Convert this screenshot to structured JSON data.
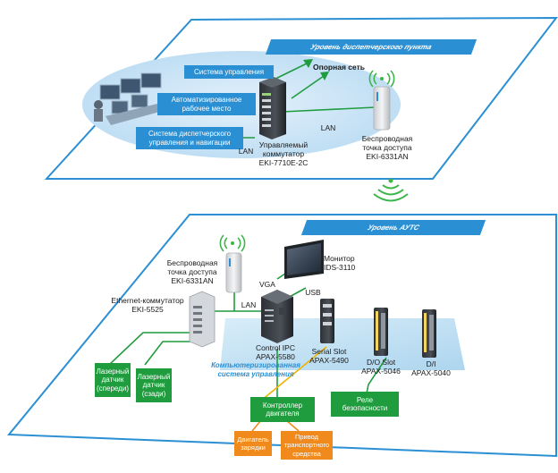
{
  "top_level": {
    "banner": "Уровень диспетчерского пункта",
    "backbone": "Опорная сеть",
    "boxes": {
      "control_system": "Система управления",
      "workstation": "Автоматизированное\nрабочее место",
      "dispatch_nav": "Система диспетчерского\nуправления и навигации"
    },
    "lan_left": "LAN",
    "lan_right": "LAN",
    "switch_label": "Управляемый\nкоммутатор\nEKI-7710E-2C",
    "ap_label": "Беспроводная\nточка доступа\nEKI-6331AN"
  },
  "bottom_level": {
    "banner": "Уровень АУТС",
    "ap_label": "Беспроводная\nточка доступа\nEKI-6331AN",
    "switch_label": "Ethernet-коммутатор\nEKI-5525",
    "lan": "LAN",
    "vga": "VGA",
    "usb": "USB",
    "monitor_label": "Монитор\nIDS-3110",
    "control_ipc": "Control IPC\nAPAX-5580",
    "serial_slot": "Serial Slot\nAPAX-5490",
    "do_slot": "D/O Slot\nAPAX-5046",
    "di": "D/I\nAPAX-5040",
    "system_name": "Компьютеризированная\nсистема управления",
    "laser_front": "Лазерный\nдатчик\n(спереди)",
    "laser_rear": "Лазерный\nдатчик\n(сзади)",
    "engine_controller": "Контроллер\nдвигателя",
    "safety_relay": "Реле\nбезопасности",
    "charging_motor": "Двигатель\nзарядки",
    "vehicle_drive": "Привод\nтранспортного\nсредства"
  },
  "colors": {
    "frame": "#2b8fd3",
    "banner": "#2b8fd3",
    "blue_box": "#2b8fd3",
    "green_box": "#1f9c3e",
    "orange_box": "#f08a1d",
    "green_line": "#1f9c3e",
    "orange_line": "#f08a1d",
    "wireless": "#3cb54a"
  },
  "icons": [
    "wireless-signal-icon",
    "access-point-icon",
    "switch-icon",
    "monitor-icon",
    "ipc-icon",
    "io-module-icon",
    "workstation-icon"
  ]
}
